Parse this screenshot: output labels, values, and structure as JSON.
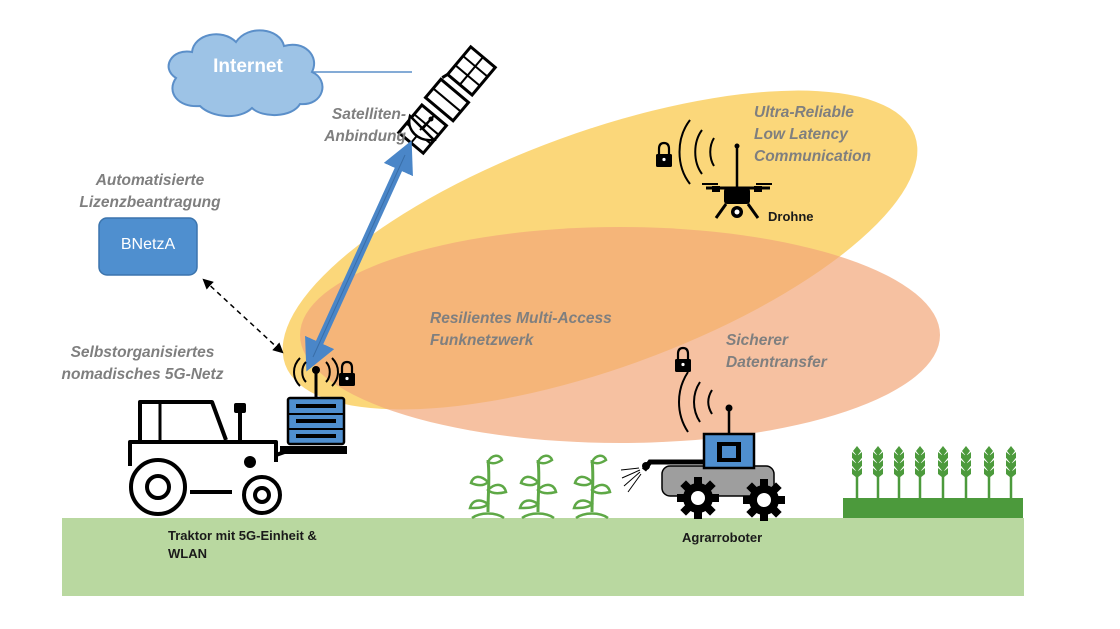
{
  "labels": {
    "internet": "Internet",
    "satellite": "Satelliten-\nAnbindung",
    "license": "Automatisierte\nLizenzbeantragung",
    "bnetza": "BNetzA",
    "urllc": "Ultra-Reliable\nLow Latency\nCommunication",
    "drone": "Drohne",
    "multi_access": "Resilientes Multi-Access\nFunknetzwerk",
    "secure": "Sicherer\nDatentransfer",
    "nomadic": "Selbstorganisiertes\nnomadisches 5G-Netz",
    "tractor": "Traktor mit 5G-Einheit &\nWLAN",
    "robot": "Agrarroboter"
  },
  "colors": {
    "ground": "#b9d8a0",
    "ellipse_yellow": "#f9c846",
    "ellipse_orange": "#f2a679",
    "cloud_fill": "#9dc3e6",
    "cloud_stroke": "#5b8fc9",
    "bnetza_fill": "#4f8fcf",
    "link_arrow": "#4a86c8",
    "device_blue": "#4f8fcf",
    "plant_green": "#5ea846",
    "wheat_green": "#4c9a3c"
  },
  "icons": [
    "cloud-icon",
    "satellite-icon",
    "lock-icon",
    "drone-icon",
    "tractor-icon",
    "router-icon",
    "robot-icon",
    "plant-icon",
    "wheat-icon",
    "signal-waves-icon"
  ]
}
